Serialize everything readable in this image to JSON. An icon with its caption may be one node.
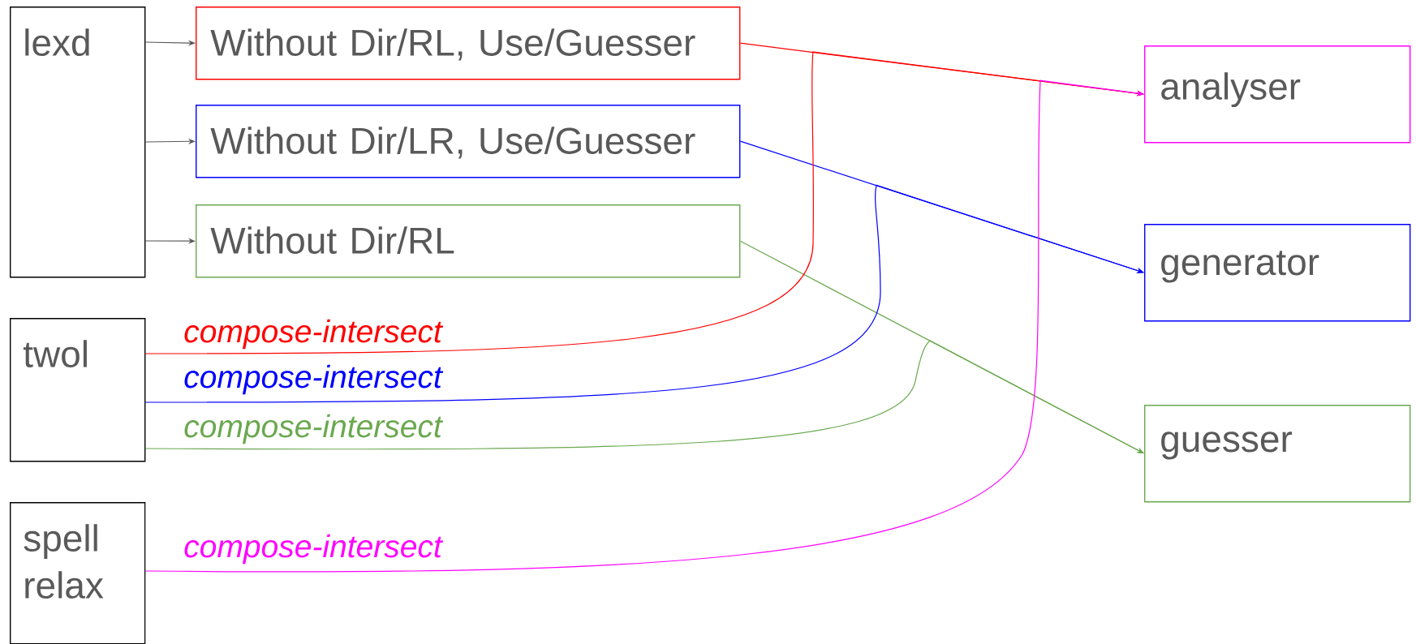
{
  "diagram": {
    "nodes": [
      {
        "text": [
          "lexd"
        ]
      },
      {
        "text": [
          "twol"
        ]
      },
      {
        "text": [
          "spell relax"
        ]
      },
      {
        "text": [
          "Without Dir/RL, Use/Guesser"
        ]
      },
      {
        "text": [
          "Without Dir/LR, Use/Guesser"
        ]
      },
      {
        "text": [
          "Without Dir/RL"
        ]
      },
      {
        "text": [
          "analyser"
        ]
      },
      {
        "text": [
          "generator"
        ]
      },
      {
        "text": [
          "guesser"
        ]
      }
    ],
    "edges": [
      {
        "from": 0,
        "to": 3,
        "arrow": "to"
      },
      {
        "from": 0,
        "to": 4,
        "arrow": "to"
      },
      {
        "from": 0,
        "to": 5,
        "arrow": "to"
      },
      {
        "from": 3,
        "to": 6,
        "arrow": "to",
        "color": "#ff0000"
      },
      {
        "from": 4,
        "to": 7,
        "arrow": "to",
        "color": "#0000ff"
      },
      {
        "from": 5,
        "to": 8,
        "arrow": "to",
        "color": "#6aa84f"
      },
      {
        "from": 1,
        "to": 6,
        "arrow": "to",
        "label": "compose-intersect",
        "color": "#ff0000"
      },
      {
        "from": 1,
        "to": 7,
        "arrow": "to",
        "label": "compose-intersect",
        "color": "#0000ff"
      },
      {
        "from": 1,
        "to": 8,
        "arrow": "to",
        "label": "compose-intersect",
        "color": "#6aa84f"
      },
      {
        "from": 2,
        "to": 6,
        "arrow": "to",
        "label": "compose-intersect",
        "color": "#ff00ff"
      }
    ]
  }
}
